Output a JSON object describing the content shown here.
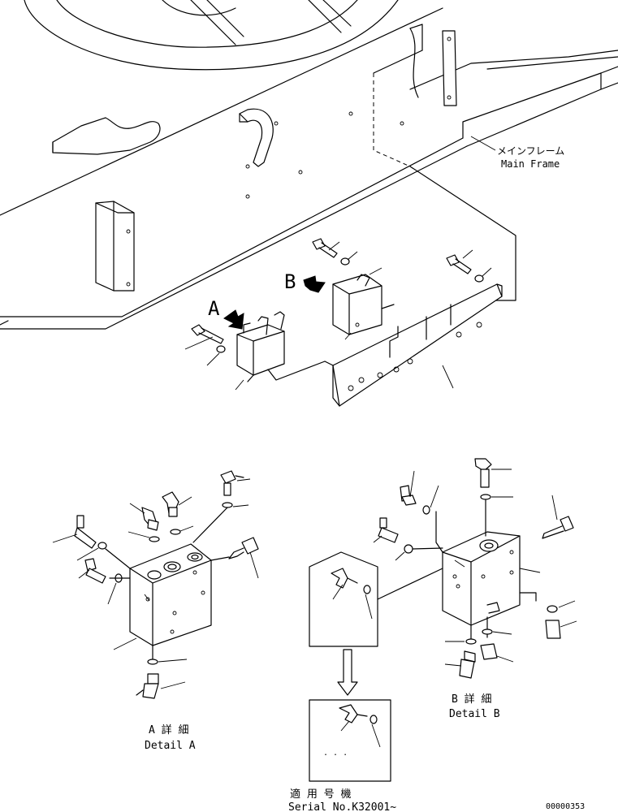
{
  "labels": {
    "main_frame_jp": "メインフレーム",
    "main_frame_en": "Main Frame",
    "letter_a": "A",
    "letter_b": "B",
    "detail_a_jp": "A 詳 細",
    "detail_a_en": "Detail A",
    "detail_b_jp": "B 詳 細",
    "detail_b_en": "Detail B",
    "serial_jp": "適 用 号 機",
    "serial_en": "Serial No.K32001~",
    "drawing_number": "00000353"
  }
}
